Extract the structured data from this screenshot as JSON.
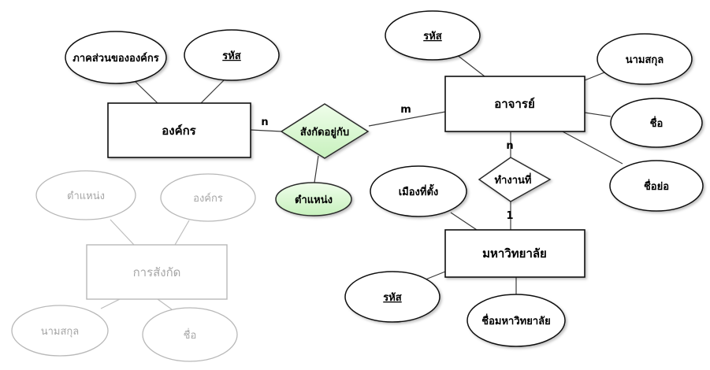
{
  "entities": {
    "organization": "องค์กร",
    "lecturer": "อาจารย์",
    "university": "มหาวิทยาลัย",
    "affiliation": "การสังกัด"
  },
  "relationships": {
    "belongs_to": "สังกัดอยู่กับ",
    "works_at": "ทำงานที่"
  },
  "relationship_attributes": {
    "position": "ตำแหน่ง"
  },
  "attributes": {
    "org_part": "ภาคส่วนขององค์กร",
    "org_code": "รหัส",
    "lecturer_code": "รหัส",
    "lecturer_lastname": "นามสกุล",
    "lecturer_firstname": "ชื่อ",
    "lecturer_shortname": "ชื่อย่อ",
    "uni_city": "เมืองที่ตั้ง",
    "uni_code": "รหัส",
    "uni_name": "ชื่อมหาวิทยาลัย"
  },
  "ghost_attributes": {
    "position": "ตำแหน่ง",
    "organization": "องค์กร",
    "lastname": "นามสกุล",
    "firstname": "ชื่อ"
  },
  "cardinality": {
    "org_side": "n",
    "lecturer_side": "m",
    "lecturer_works": "n",
    "university_works": "1"
  },
  "colors": {
    "relationship_fill": "#d8f8d0",
    "relationship_stroke": "#2a2a2a",
    "ghost_stroke": "#b8b8b8"
  }
}
